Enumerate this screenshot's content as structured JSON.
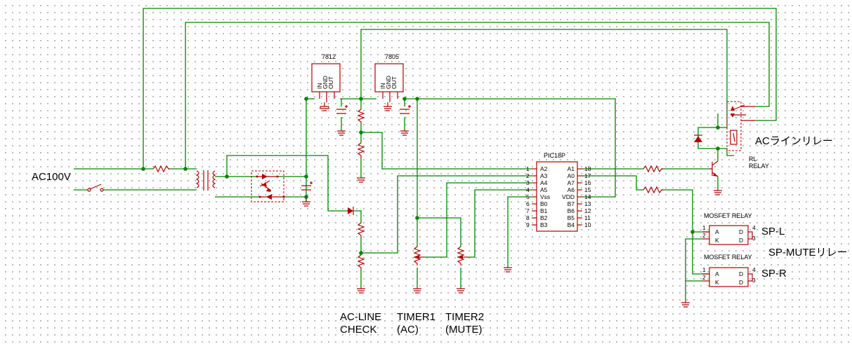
{
  "labels": {
    "ac_input": "AC100V",
    "ac_line_check_1": "AC-LINE",
    "ac_line_check_2": "CHECK",
    "timer1_1": "TIMER1",
    "timer1_2": "(AC)",
    "timer2_1": "TIMER2",
    "timer2_2": "(MUTE)",
    "ac_relay": "ACラインリレー",
    "rl": "RL",
    "relay": "RELAY",
    "sp_l": "SP-L",
    "sp_r": "SP-R",
    "sp_mute_relay": "SP-MUTEリレー",
    "mosfet_relay_1": "MOSFET RELAY",
    "mosfet_relay_2": "MOSFET RELAY"
  },
  "regulators": [
    {
      "name": "7812",
      "pins": [
        "IN",
        "GND",
        "OUT"
      ]
    },
    {
      "name": "7805",
      "pins": [
        "IN",
        "GND",
        "OUT"
      ]
    }
  ],
  "mcu": {
    "name": "PIC18P",
    "left_pins": [
      {
        "num": "1",
        "name": "A2"
      },
      {
        "num": "2",
        "name": "A3"
      },
      {
        "num": "3",
        "name": "A4"
      },
      {
        "num": "4",
        "name": "A5"
      },
      {
        "num": "5",
        "name": "Vss"
      },
      {
        "num": "6",
        "name": "B0"
      },
      {
        "num": "7",
        "name": "B1"
      },
      {
        "num": "8",
        "name": "B2"
      },
      {
        "num": "9",
        "name": "B3"
      }
    ],
    "right_pins": [
      {
        "num": "18",
        "name": "A1"
      },
      {
        "num": "17",
        "name": "A0"
      },
      {
        "num": "16",
        "name": "A7"
      },
      {
        "num": "15",
        "name": "A6"
      },
      {
        "num": "14",
        "name": "VDD"
      },
      {
        "num": "13",
        "name": "B7"
      },
      {
        "num": "12",
        "name": "B6"
      },
      {
        "num": "11",
        "name": "B5"
      },
      {
        "num": "10",
        "name": "B4"
      }
    ]
  },
  "mosfet_relay_pins": {
    "left_nums": [
      "1",
      "2"
    ],
    "left_names": [
      "A",
      "K"
    ],
    "right_names": [
      "D",
      "D"
    ],
    "right_num": "4",
    "right_num2": "3"
  }
}
